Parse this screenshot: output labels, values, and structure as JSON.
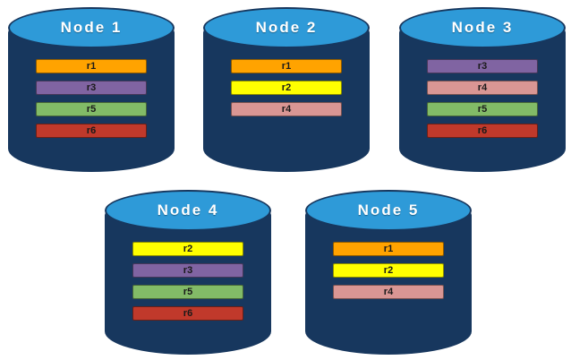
{
  "diagram": {
    "replica_colors": {
      "r1": "#FFA300",
      "r2": "#FFFF00",
      "r3": "#8064A2",
      "r4": "#D99694",
      "r5": "#82BB67",
      "r6": "#C0392B"
    },
    "node_style": {
      "body_color": "#17375E",
      "top_color": "#2E9AD8"
    },
    "nodes": [
      {
        "label": "Node 1",
        "replicas": [
          "r1",
          "r3",
          "r5",
          "r6"
        ]
      },
      {
        "label": "Node 2",
        "replicas": [
          "r1",
          "r2",
          "r4"
        ]
      },
      {
        "label": "Node 3",
        "replicas": [
          "r3",
          "r4",
          "r5",
          "r6"
        ]
      },
      {
        "label": "Node 4",
        "replicas": [
          "r2",
          "r3",
          "r5",
          "r6"
        ]
      },
      {
        "label": "Node 5",
        "replicas": [
          "r1",
          "r2",
          "r4"
        ]
      }
    ]
  }
}
